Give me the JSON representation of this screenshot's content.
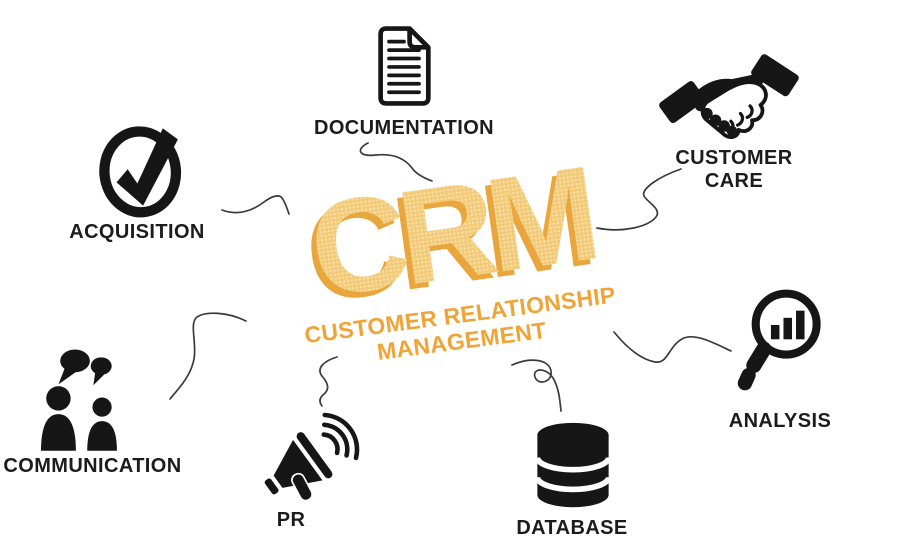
{
  "center": {
    "acronym": "CRM",
    "subtitle_line1": "CUSTOMER RELATIONSHIP",
    "subtitle_line2": "MANAGEMENT"
  },
  "nodes": {
    "acquisition": {
      "label": "ACQUISITION",
      "icon": "check-circle-icon"
    },
    "documentation": {
      "label": "DOCUMENTATION",
      "icon": "document-icon"
    },
    "customer_care": {
      "label": "CUSTOMER CARE",
      "icon": "handshake-icon"
    },
    "analysis": {
      "label": "ANALYSIS",
      "icon": "magnifier-bar-chart-icon"
    },
    "communication": {
      "label": "COMMUNICATION",
      "icon": "people-speech-bubbles-icon"
    },
    "pr": {
      "label": "PR",
      "icon": "megaphone-icon"
    },
    "database": {
      "label": "DATABASE",
      "icon": "database-cylinder-icon"
    }
  },
  "colors": {
    "background": "#ffffff",
    "icon": "#161616",
    "connector": "#3b3b3b",
    "crm_fill": "#F3CB78",
    "crm_shadow": "#E8A63C",
    "subtitle": "#F0A437"
  }
}
